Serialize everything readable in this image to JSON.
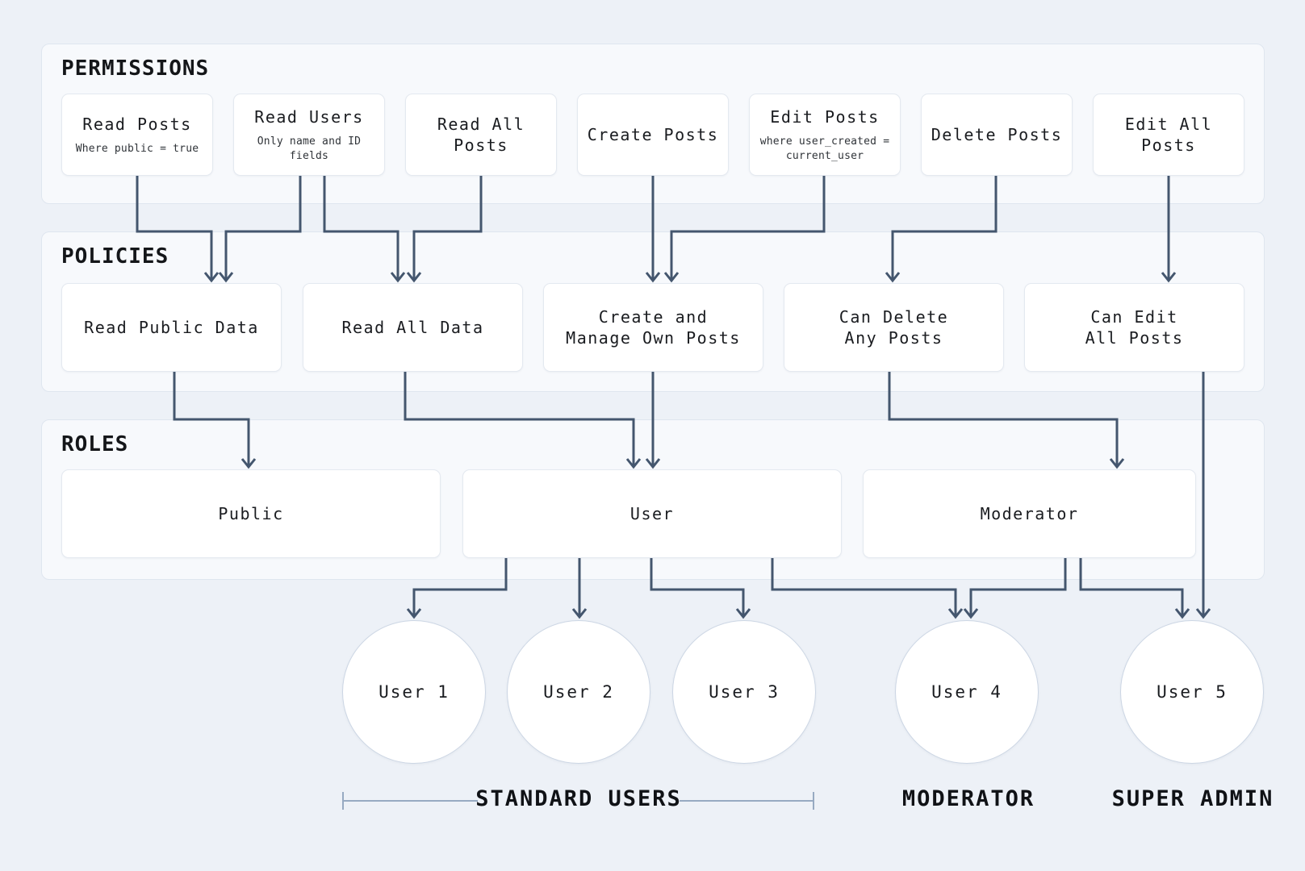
{
  "sections": {
    "permissions": {
      "title": "PERMISSIONS",
      "boxes": [
        {
          "label": "Read Posts",
          "sublabel": "Where public = true"
        },
        {
          "label": "Read Users",
          "sublabel": "Only name and ID fields"
        },
        {
          "label": "Read All Posts"
        },
        {
          "label": "Create Posts"
        },
        {
          "label": "Edit Posts",
          "sublabel": "where user_created = current_user"
        },
        {
          "label": "Delete Posts"
        },
        {
          "label": "Edit All Posts"
        }
      ]
    },
    "policies": {
      "title": "POLICIES",
      "boxes": [
        {
          "label": "Read Public Data"
        },
        {
          "label": "Read All Data"
        },
        {
          "label": "Create and\nManage Own Posts"
        },
        {
          "label": "Can Delete\nAny Posts"
        },
        {
          "label": "Can Edit\nAll Posts"
        }
      ]
    },
    "roles": {
      "title": "ROLES",
      "boxes": [
        {
          "label": "Public"
        },
        {
          "label": "User"
        },
        {
          "label": "Moderator"
        }
      ]
    }
  },
  "users": [
    {
      "label": "User 1"
    },
    {
      "label": "User 2"
    },
    {
      "label": "User 3"
    },
    {
      "label": "User 4"
    },
    {
      "label": "User 5"
    }
  ],
  "group_labels": [
    {
      "label": "STANDARD USERS"
    },
    {
      "label": "MODERATOR"
    },
    {
      "label": "SUPER ADMIN"
    }
  ],
  "connections": [
    {
      "from": "Read Posts",
      "to": "Read Public Data"
    },
    {
      "from": "Read Users",
      "to": "Read Public Data"
    },
    {
      "from": "Read Users",
      "to": "Read All Data"
    },
    {
      "from": "Read All Posts",
      "to": "Read All Data"
    },
    {
      "from": "Create Posts",
      "to": "Create and Manage Own Posts"
    },
    {
      "from": "Edit Posts",
      "to": "Create and Manage Own Posts"
    },
    {
      "from": "Delete Posts",
      "to": "Can Delete Any Posts"
    },
    {
      "from": "Edit All Posts",
      "to": "Can Edit All Posts"
    },
    {
      "from": "Read Public Data",
      "to": "Public"
    },
    {
      "from": "Read All Data",
      "to": "User"
    },
    {
      "from": "Create and Manage Own Posts",
      "to": "User"
    },
    {
      "from": "Can Delete Any Posts",
      "to": "Moderator"
    },
    {
      "from": "Can Edit All Posts",
      "to": "User 5"
    },
    {
      "from": "User",
      "to": "User 1"
    },
    {
      "from": "User",
      "to": "User 2"
    },
    {
      "from": "User",
      "to": "User 3"
    },
    {
      "from": "User",
      "to": "User 4"
    },
    {
      "from": "Moderator",
      "to": "User 4"
    },
    {
      "from": "Moderator",
      "to": "User 5"
    }
  ],
  "colors": {
    "page_bg": "#edf1f7",
    "panel_bg": "#f7f9fc",
    "panel_border": "#dfe6ef",
    "box_border": "#e4e9f0",
    "circle_border": "#ccd6e4",
    "connector": "#44566e",
    "bracket": "#97aac2",
    "text": "#17191d"
  }
}
